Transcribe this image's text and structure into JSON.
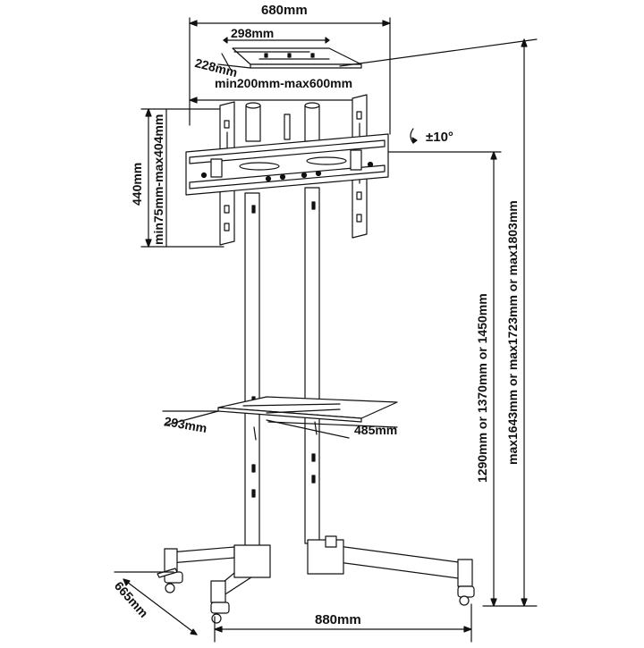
{
  "dimensions": {
    "overall_width": "680mm",
    "top_shelf_width": "298mm",
    "top_shelf_depth": "228mm",
    "arm_spacing": "min200mm-max600mm",
    "bracket_height": "440mm",
    "vesa_range": "min75mm-max404mm",
    "tilt": "±10°",
    "shelf_depth": "293mm",
    "shelf_width": "485mm",
    "shelf_heights": "1290mm or 1370mm or 1450mm",
    "overall_heights": "max1643mm or max1723mm or max1803mm",
    "base_depth": "665mm",
    "base_width": "880mm"
  },
  "colors": {
    "line": "#111111",
    "fill": "#ffffff"
  }
}
